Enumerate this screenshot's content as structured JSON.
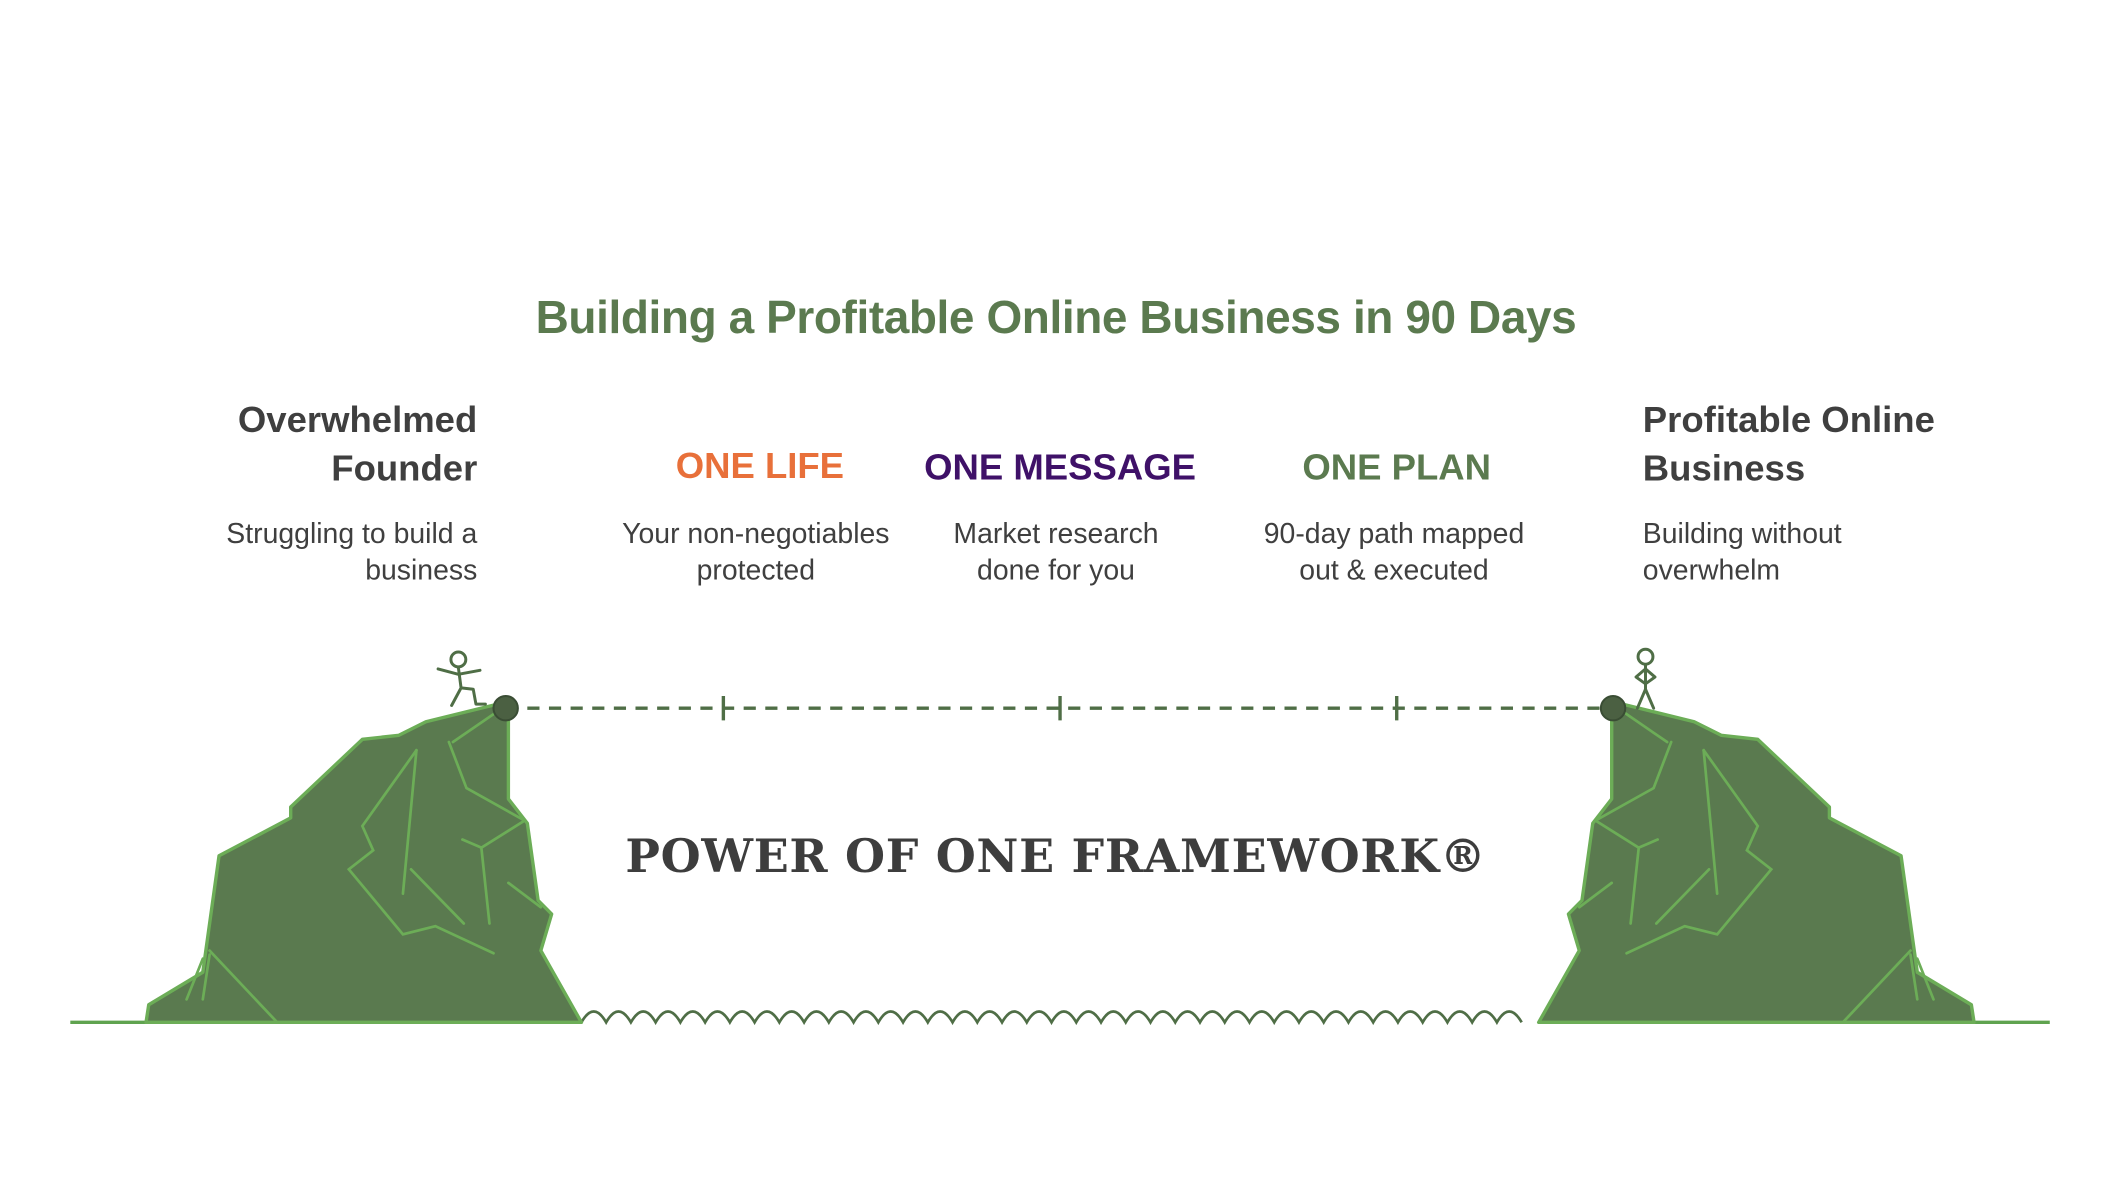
{
  "diagram": {
    "title": "Building a Profitable Online Business in 90 Days",
    "start": {
      "title_line1": "Overwhelmed",
      "title_line2": "Founder",
      "desc_line1": "Struggling to build a",
      "desc_line2": "business"
    },
    "end": {
      "title_line1": "Profitable Online",
      "title_line2": "Business",
      "desc_line1": "Building without",
      "desc_line2": "overwhelm"
    },
    "stages": [
      {
        "label": "ONE LIFE",
        "color": "#e8703a",
        "desc_line1": "Your non-negotiables",
        "desc_line2": "protected"
      },
      {
        "label": "ONE MESSAGE",
        "color": "#3f1168",
        "desc_line1": "Market research",
        "desc_line2": "done for you"
      },
      {
        "label": "ONE PLAN",
        "color": "#5b7a4f",
        "desc_line1": "90-day path mapped",
        "desc_line2": "out & executed"
      }
    ],
    "bridge_label": "POWER OF ONE FRAMEWORK®",
    "colors": {
      "accent": "#5b7a4f",
      "cliff_fill": "#5a7a4f",
      "cliff_stroke": "#6cad57",
      "text": "#3f3f3f"
    }
  }
}
